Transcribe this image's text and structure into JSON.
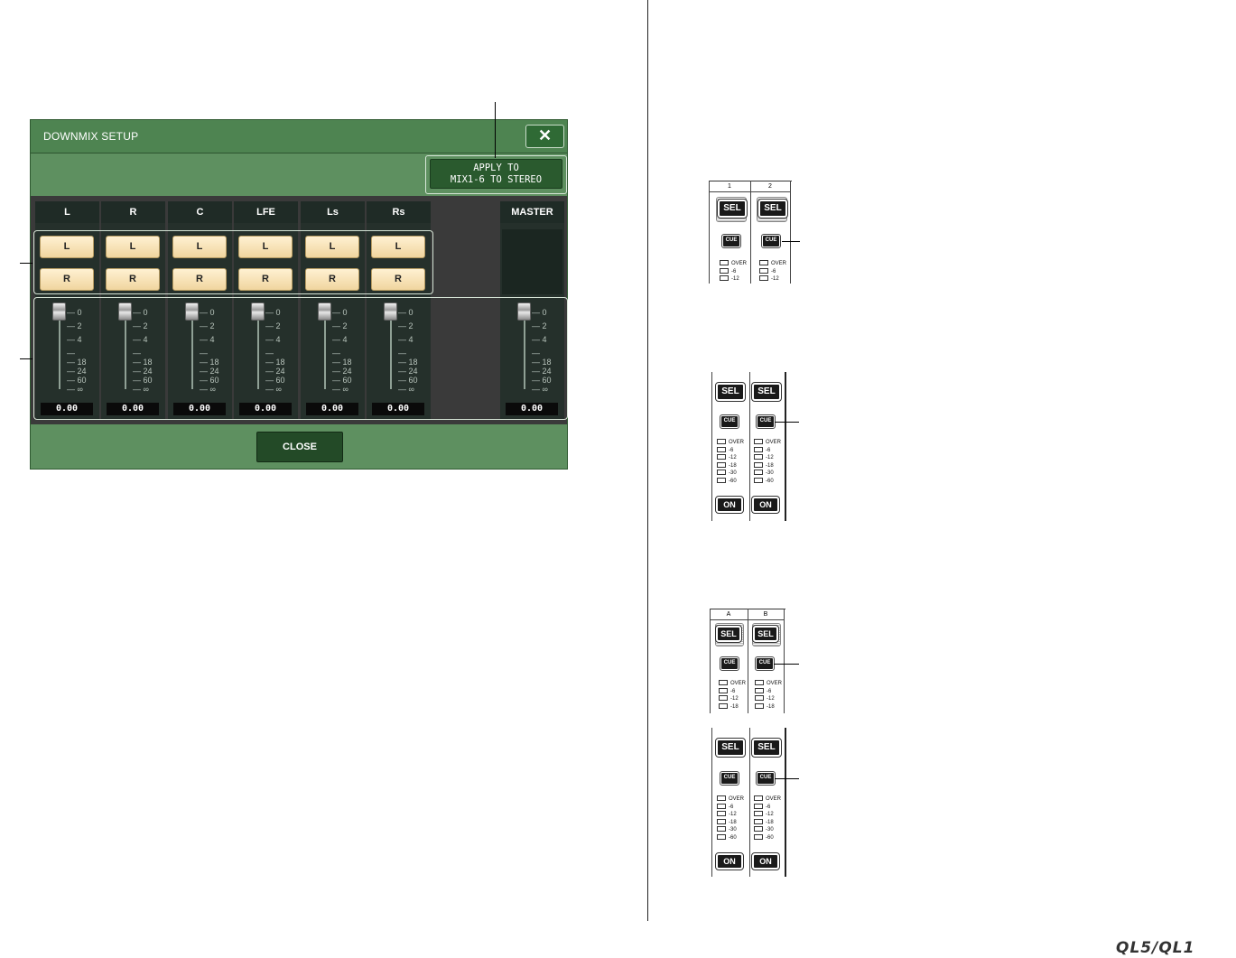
{
  "dialog": {
    "title": "DOWNMIX SETUP",
    "close_x": "✕",
    "apply_line1": "APPLY TO",
    "apply_line2": "MIX1-6 TO STEREO",
    "close_label": "CLOSE"
  },
  "channels": [
    {
      "name": "L",
      "left_btn": "L",
      "right_btn": "R",
      "value": "0.00"
    },
    {
      "name": "R",
      "left_btn": "L",
      "right_btn": "R",
      "value": "0.00"
    },
    {
      "name": "C",
      "left_btn": "L",
      "right_btn": "R",
      "value": "0.00"
    },
    {
      "name": "LFE",
      "left_btn": "L",
      "right_btn": "R",
      "value": "0.00"
    },
    {
      "name": "Ls",
      "left_btn": "L",
      "right_btn": "R",
      "value": "0.00"
    },
    {
      "name": "Rs",
      "left_btn": "L",
      "right_btn": "R",
      "value": "0.00"
    }
  ],
  "master": {
    "name": "MASTER",
    "value": "0.00"
  },
  "fader_scale": [
    "0",
    "2",
    "4",
    "18",
    "24",
    "60",
    "∞"
  ],
  "panel1": {
    "ch_a": "1",
    "ch_b": "2",
    "sel": "SEL",
    "cue": "CUE",
    "meters": [
      "OVER",
      "-6",
      "-12"
    ]
  },
  "panel2": {
    "sel": "SEL",
    "cue": "CUE",
    "on": "ON",
    "meters": [
      "OVER",
      "-6",
      "-12",
      "-18",
      "-30",
      "-60"
    ]
  },
  "panel3": {
    "ch_a": "A",
    "ch_b": "B",
    "sel": "SEL",
    "cue": "CUE",
    "meters": [
      "OVER",
      "-6",
      "-12",
      "-18"
    ]
  },
  "panel4": {
    "sel": "SEL",
    "cue": "CUE",
    "on": "ON",
    "meters": [
      "OVER",
      "-6",
      "-12",
      "-18",
      "-30",
      "-60"
    ]
  },
  "footer_logo": "QL5/QL1"
}
